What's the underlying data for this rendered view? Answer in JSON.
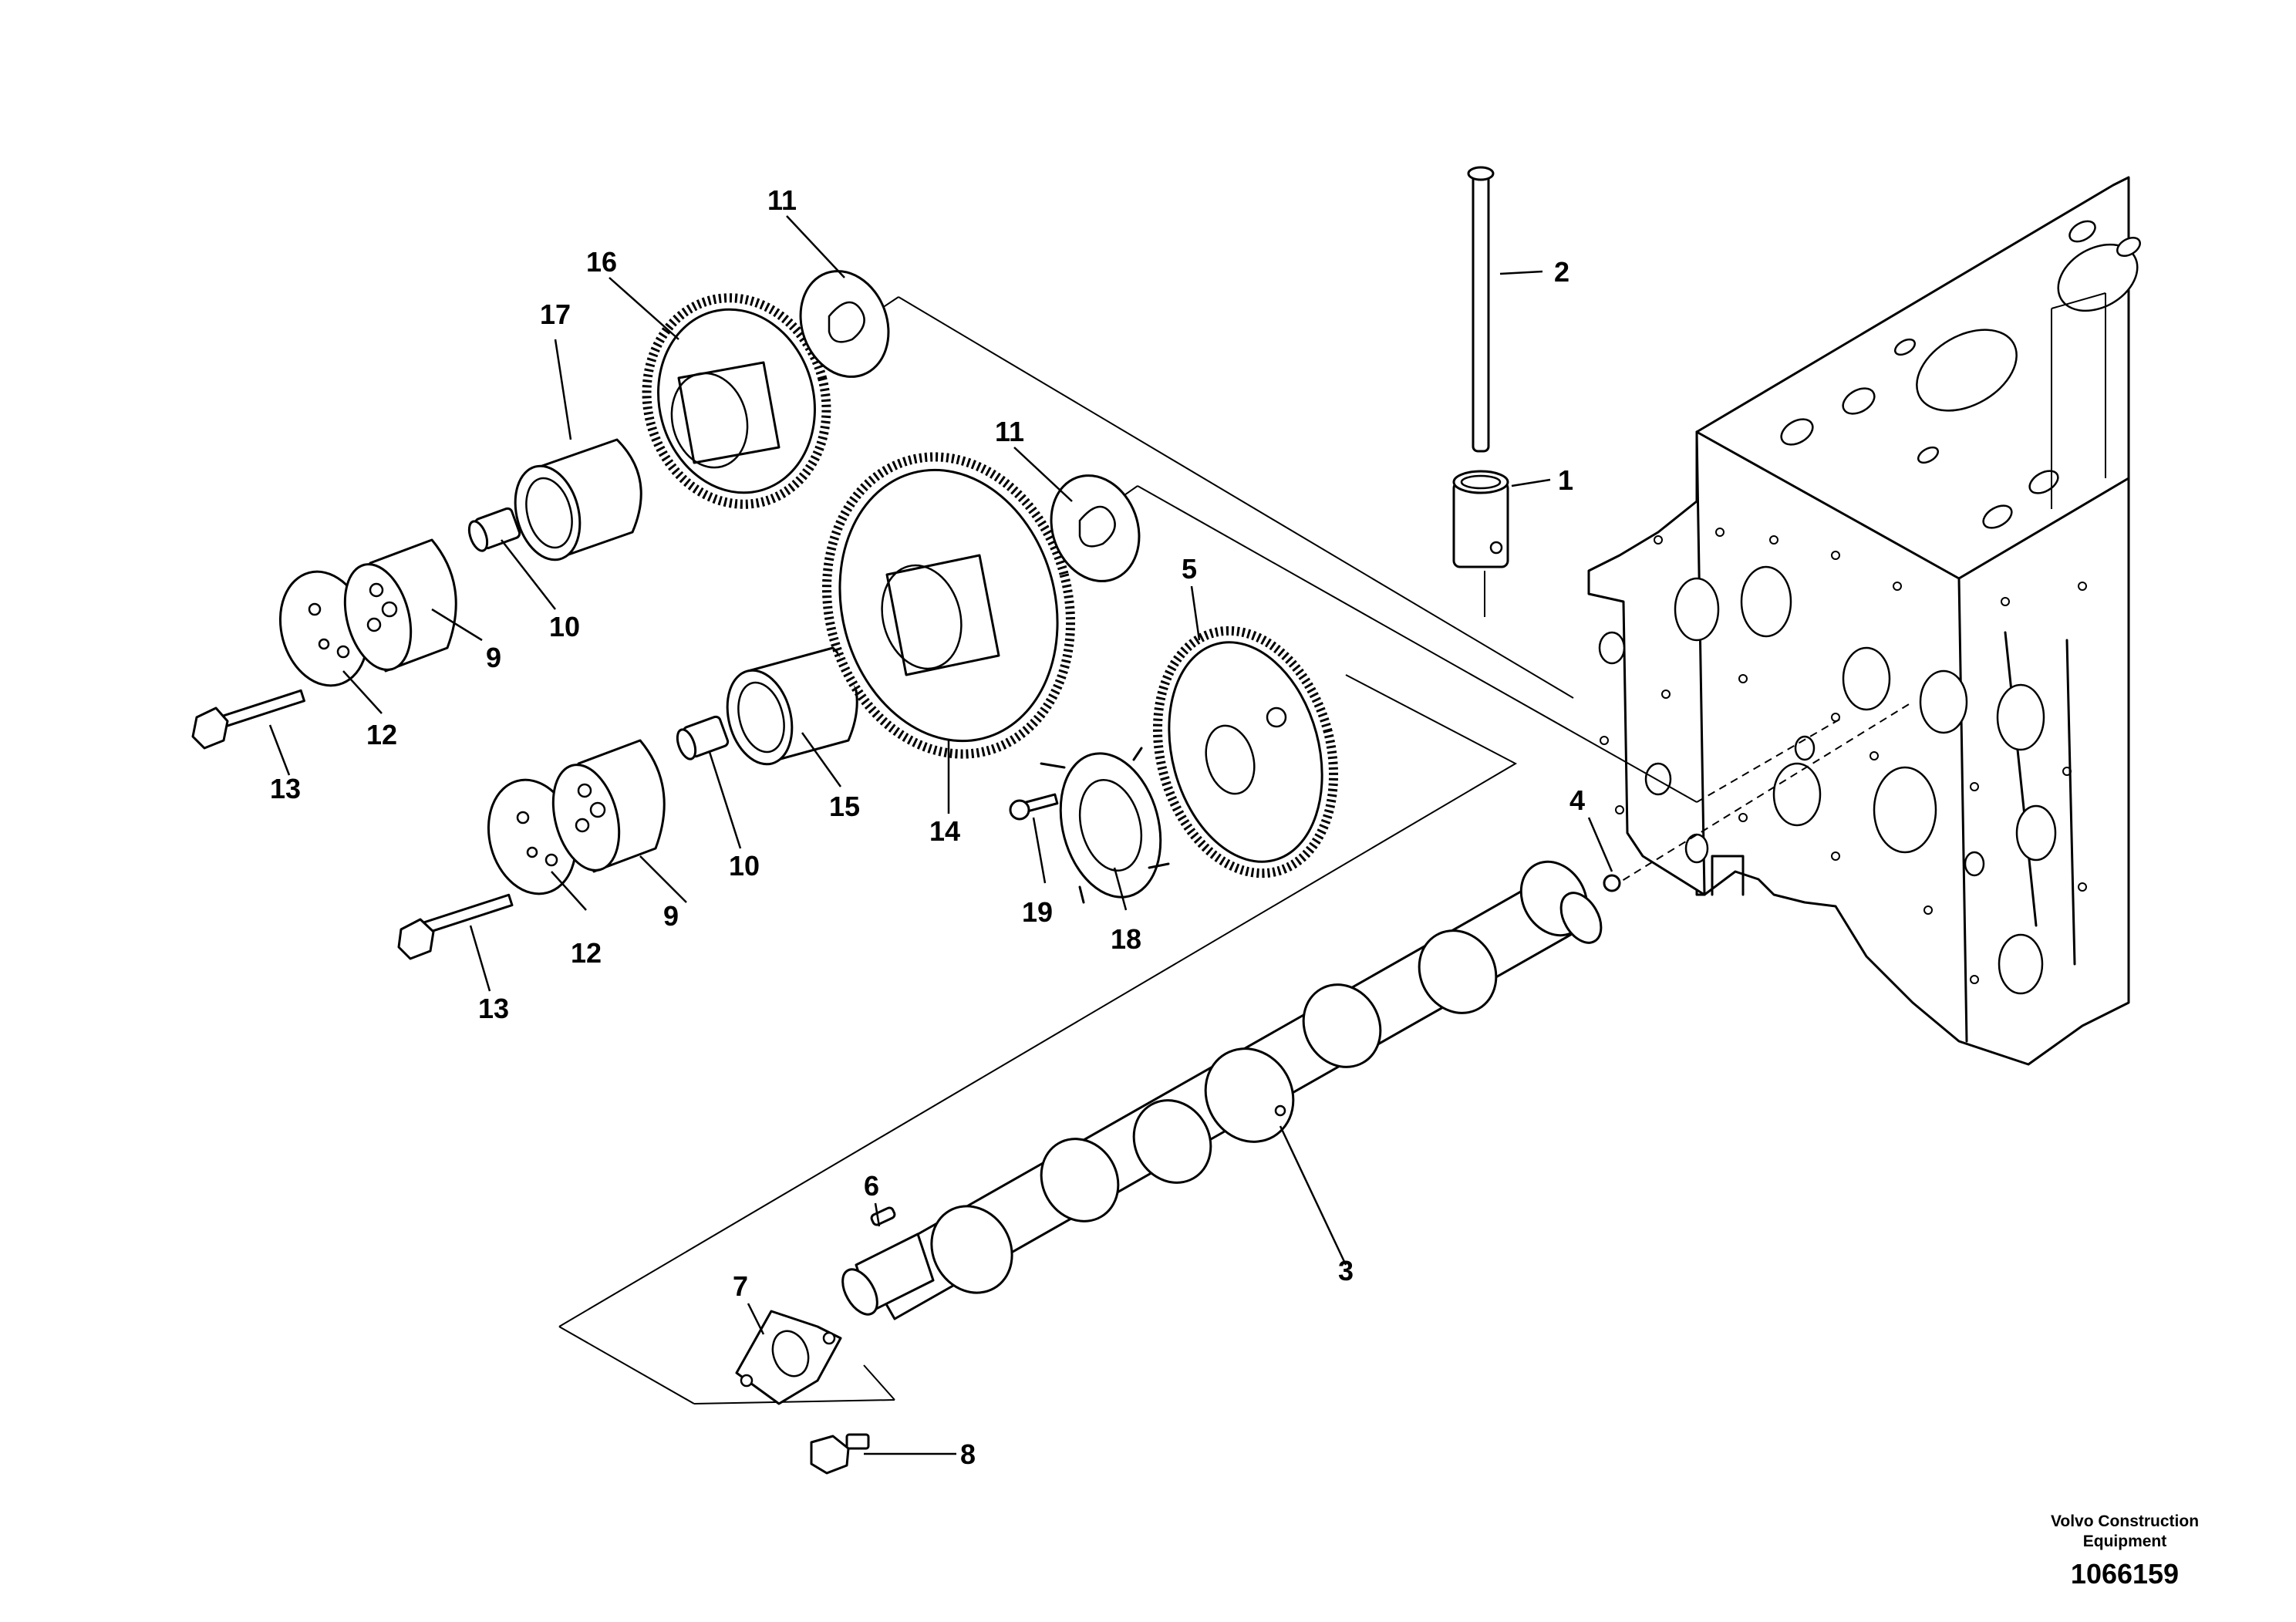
{
  "diagram": {
    "callouts": [
      {
        "id": "c1",
        "text": "1"
      },
      {
        "id": "c2",
        "text": "2"
      },
      {
        "id": "c3",
        "text": "3"
      },
      {
        "id": "c4",
        "text": "4"
      },
      {
        "id": "c5",
        "text": "5"
      },
      {
        "id": "c6",
        "text": "6"
      },
      {
        "id": "c7",
        "text": "7"
      },
      {
        "id": "c8",
        "text": "8"
      },
      {
        "id": "c9a",
        "text": "9"
      },
      {
        "id": "c9b",
        "text": "9"
      },
      {
        "id": "c10a",
        "text": "10"
      },
      {
        "id": "c10b",
        "text": "10"
      },
      {
        "id": "c11a",
        "text": "11"
      },
      {
        "id": "c11b",
        "text": "11"
      },
      {
        "id": "c12a",
        "text": "12"
      },
      {
        "id": "c12b",
        "text": "12"
      },
      {
        "id": "c13a",
        "text": "13"
      },
      {
        "id": "c13b",
        "text": "13"
      },
      {
        "id": "c14",
        "text": "14"
      },
      {
        "id": "c15",
        "text": "15"
      },
      {
        "id": "c16",
        "text": "16"
      },
      {
        "id": "c17",
        "text": "17"
      },
      {
        "id": "c18",
        "text": "18"
      },
      {
        "id": "c19",
        "text": "19"
      }
    ]
  },
  "footer": {
    "maker_line1": "Volvo Construction",
    "maker_line2": "Equipment",
    "drawing_number": "1066159"
  }
}
